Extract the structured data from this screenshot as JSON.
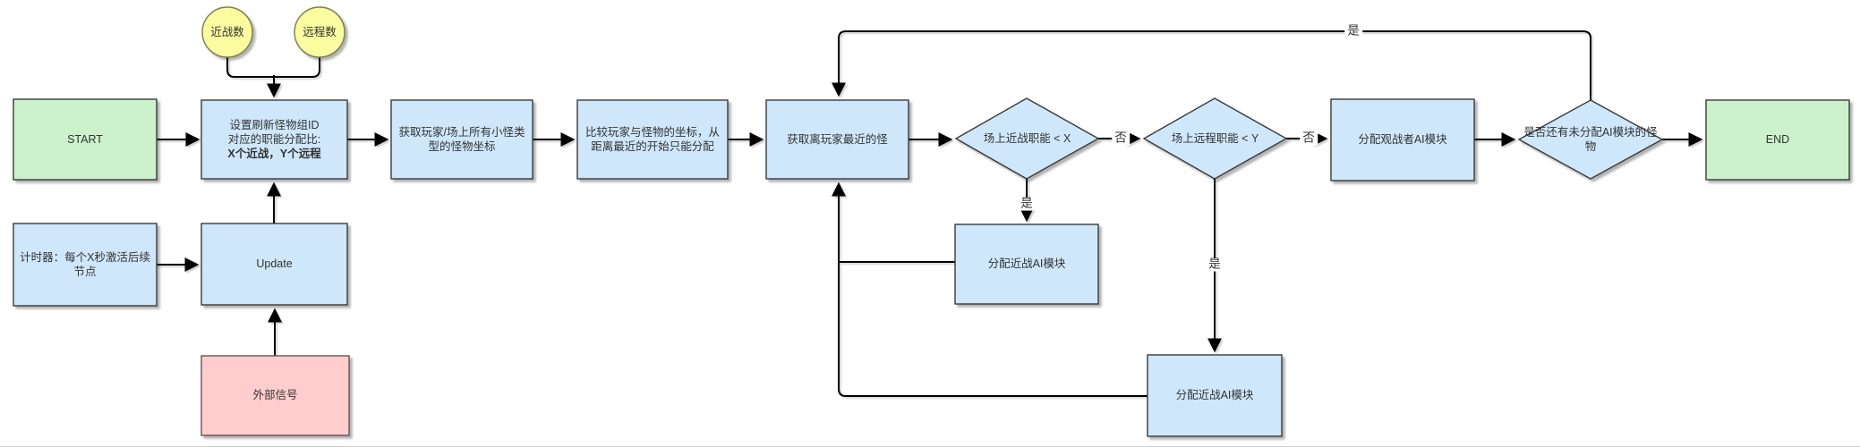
{
  "nodes": {
    "melee_count": {
      "label": "近战数"
    },
    "ranged_count": {
      "label": "远程数"
    },
    "start": {
      "label": "START"
    },
    "set_ratio": {
      "line1": "设置刷新怪物组ID",
      "line2": "对应的职能分配比:",
      "line3": "X个近战，Y个远程"
    },
    "get_coords": {
      "label": "获取玩家/场上所有小怪类型的怪物坐标"
    },
    "compare_coords": {
      "label": "比较玩家与怪物的坐标，从距离最近的开始只能分配"
    },
    "get_nearest": {
      "label": "获取离玩家最近的怪"
    },
    "melee_check": {
      "label": "场上近战职能 < X"
    },
    "ranged_check": {
      "label": "场上远程职能 < Y"
    },
    "assign_observer": {
      "label": "分配观战者AI模块"
    },
    "remaining_check": {
      "label": "是否还有未分配AI模块的怪物"
    },
    "end": {
      "label": "END"
    },
    "timer": {
      "label": "计时器：每个X秒激活后续节点"
    },
    "update": {
      "label": "Update"
    },
    "external_signal": {
      "label": "外部信号"
    },
    "assign_melee_1": {
      "label": "分配近战AI模块"
    },
    "assign_melee_2": {
      "label": "分配近战AI模块"
    }
  },
  "edge_labels": {
    "loop_yes": "是",
    "melee_no": "否",
    "ranged_no": "否",
    "melee_yes": "是",
    "ranged_yes": "是"
  },
  "colors": {
    "process_fill": "#cfe7fb",
    "terminal_fill": "#ccf2cb",
    "input_fill": "#fbfba0",
    "signal_fill": "#ffcdcd",
    "edge_stroke": "#000000",
    "text": "#333333"
  }
}
